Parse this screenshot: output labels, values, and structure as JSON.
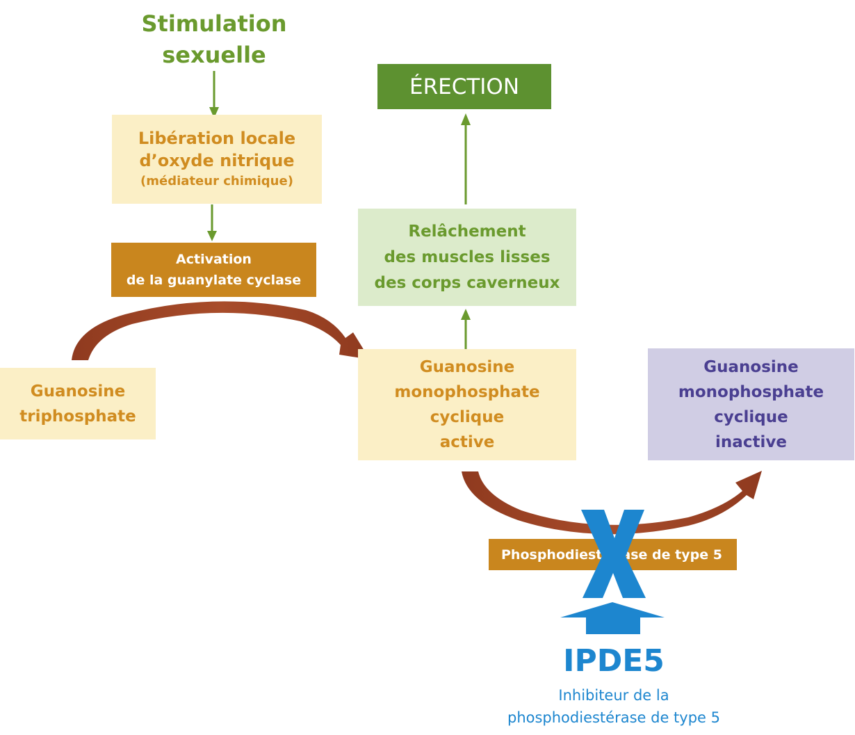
{
  "stimulation": {
    "line1": "Stimulation",
    "line2": "sexuelle"
  },
  "erection": "ÉRECTION",
  "liberation": {
    "line1": "Libération locale",
    "line2": "d’oxyde nitrique",
    "line3": "(médiateur chimique)"
  },
  "activation": {
    "line1": "Activation",
    "line2": "de la guanylate cyclase"
  },
  "relachement": {
    "line1": "Relâchement",
    "line2": "des muscles lisses",
    "line3": "des corps caverneux"
  },
  "gtp": {
    "line1": "Guanosine",
    "line2": "triphosphate"
  },
  "gmpc_active": {
    "line1": "Guanosine",
    "line2": "monophosphate",
    "line3": "cyclique",
    "line4": "active"
  },
  "gmpc_inactive": {
    "line1": "Guanosine",
    "line2": "monophosphate",
    "line3": "cyclique",
    "line4": "inactive"
  },
  "pde5": {
    "part1": "Phosphodiest",
    "part2": "ase de type 5"
  },
  "ipde5": {
    "title": "IPDE5",
    "line1": "Inhibiteur de la",
    "line2": "phosphodiestérase de type 5"
  },
  "colors": {
    "green": "#6a9a2e",
    "green_box": "#5d9130",
    "orange_text": "#d08c20",
    "orange_box": "#c9861e",
    "cream": "#fbefc6",
    "light_green": "#dcebcb",
    "lavender": "#d0cde4",
    "purple_text": "#4a3f91",
    "blue": "#1d86cf",
    "brown_arrow": "#9a3f22"
  }
}
